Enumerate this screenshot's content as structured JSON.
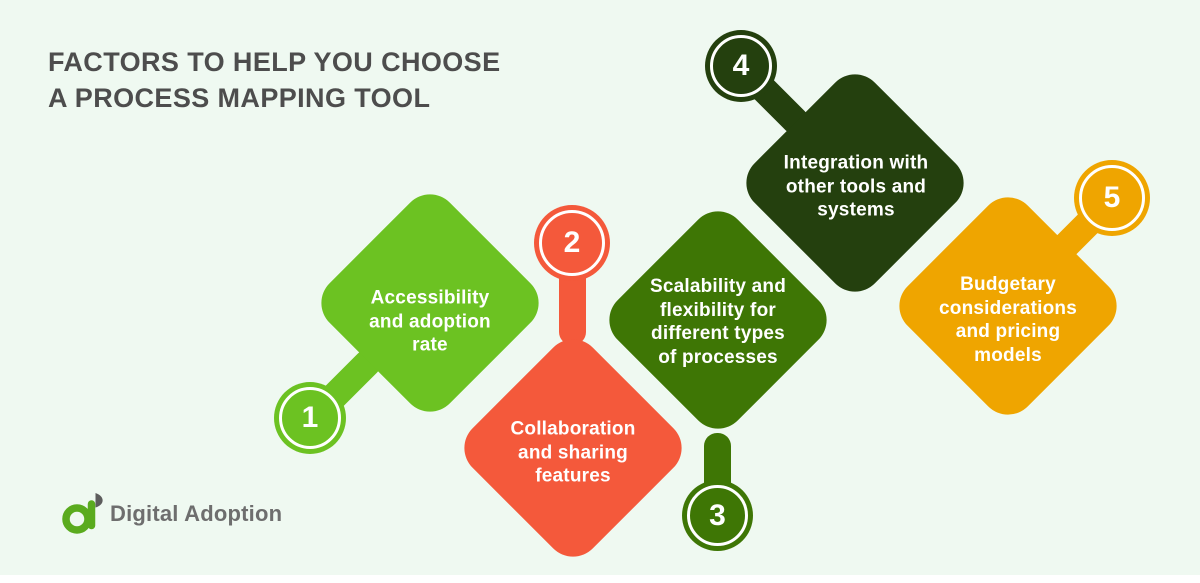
{
  "title": "FACTORS TO HELP YOU CHOOSE A PROCESS MAPPING TOOL",
  "palette": {
    "background": "#eff9f1",
    "title_text": "#4d4d4d",
    "label_text": "#ffffff",
    "ring_color": "#ffffff",
    "bottom_bar": "#ffffff",
    "logo_green": "#5aab1e",
    "logo_leaf": "#5d5d5d",
    "logo_text_color": "#6e6e6e"
  },
  "pieces": [
    {
      "number": "1",
      "label": "Accessibility and adoption rate",
      "color": "#6cc222"
    },
    {
      "number": "2",
      "label": "Collaboration and sharing features",
      "color": "#f4593b"
    },
    {
      "number": "3",
      "label": "Scalability and flexibility for different types of processes",
      "color": "#3e7605"
    },
    {
      "number": "4",
      "label": "Integration with other tools and systems",
      "color": "#24400e"
    },
    {
      "number": "5",
      "label": "Budgetary considerations and pricing models",
      "color": "#efa500"
    }
  ],
  "logo": {
    "text": "Digital Adoption"
  }
}
